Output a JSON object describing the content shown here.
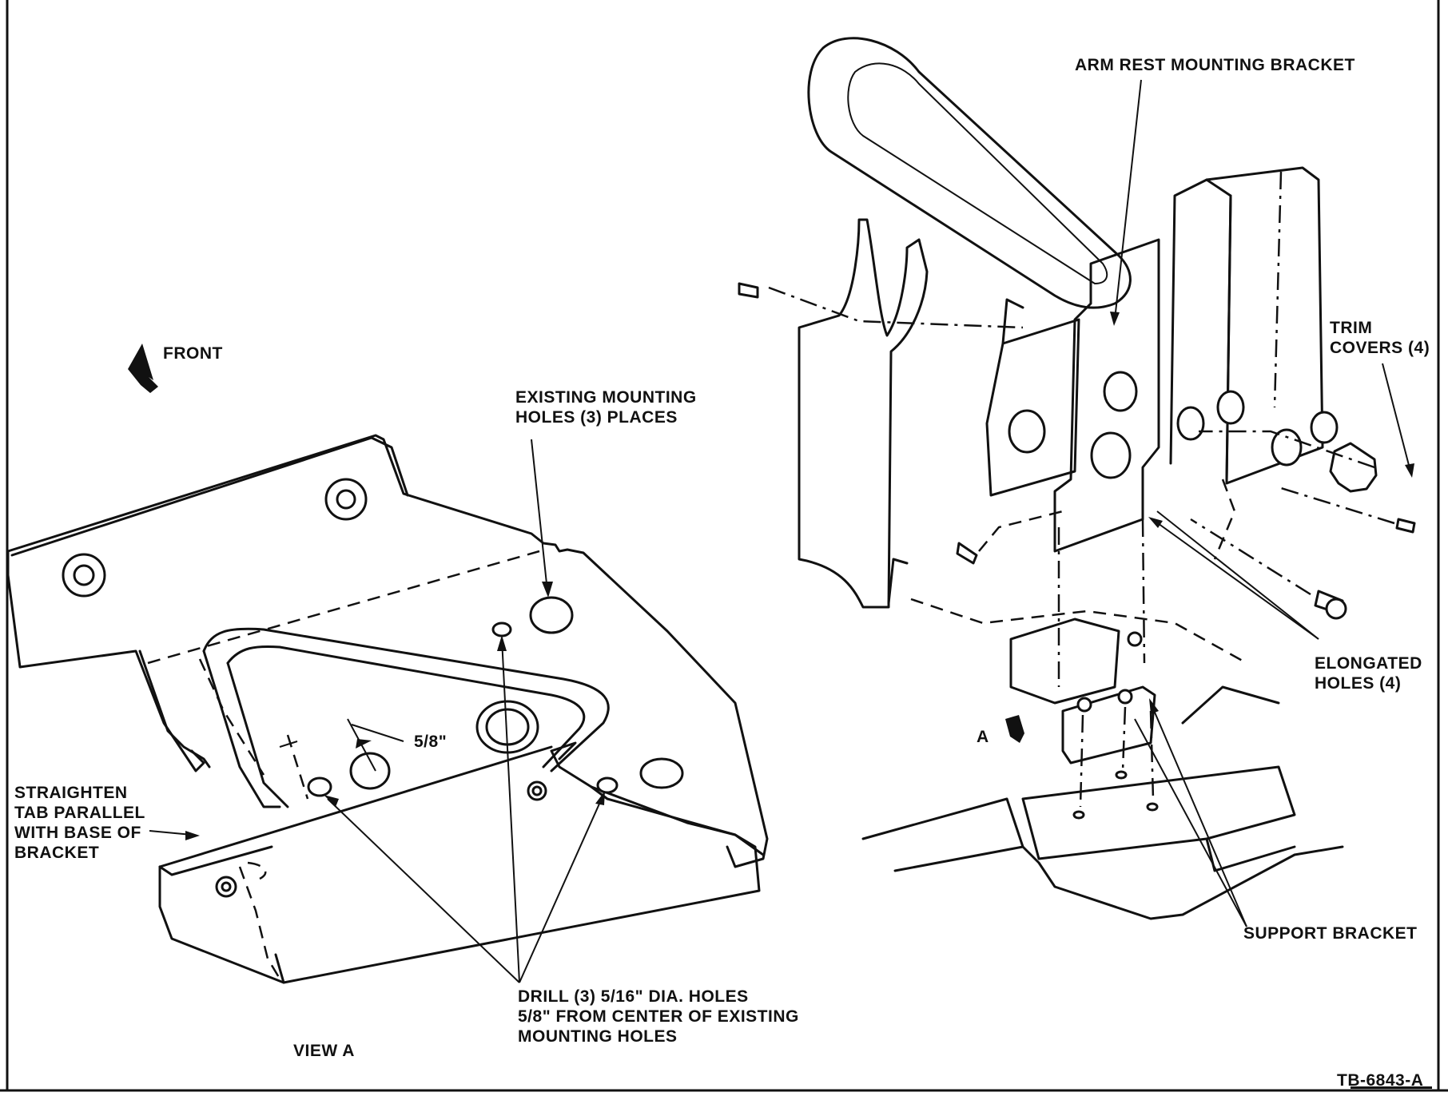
{
  "labels": {
    "arm_rest_bracket": "ARM REST MOUNTING BRACKET",
    "front": "FRONT",
    "existing_holes": "EXISTING MOUNTING\nHOLES (3) PLACES",
    "trim_covers": "TRIM\nCOVERS (4)",
    "five_eighths": "5/8\"",
    "elongated_holes": "ELONGATED\nHOLES (4)",
    "view_marker": "A",
    "straighten_tab": "STRAIGHTEN\nTAB PARALLEL\nWITH BASE OF\nBRACKET",
    "support_bracket": "SUPPORT BRACKET",
    "drill_holes": "DRILL (3) 5/16\" DIA. HOLES\n5/8\" FROM CENTER OF EXISTING\nMOUNTING HOLES",
    "view_a": "VIEW A",
    "figure_id": "TB-6843-A"
  },
  "colors": {
    "ink": "#111111",
    "paper": "#ffffff"
  }
}
